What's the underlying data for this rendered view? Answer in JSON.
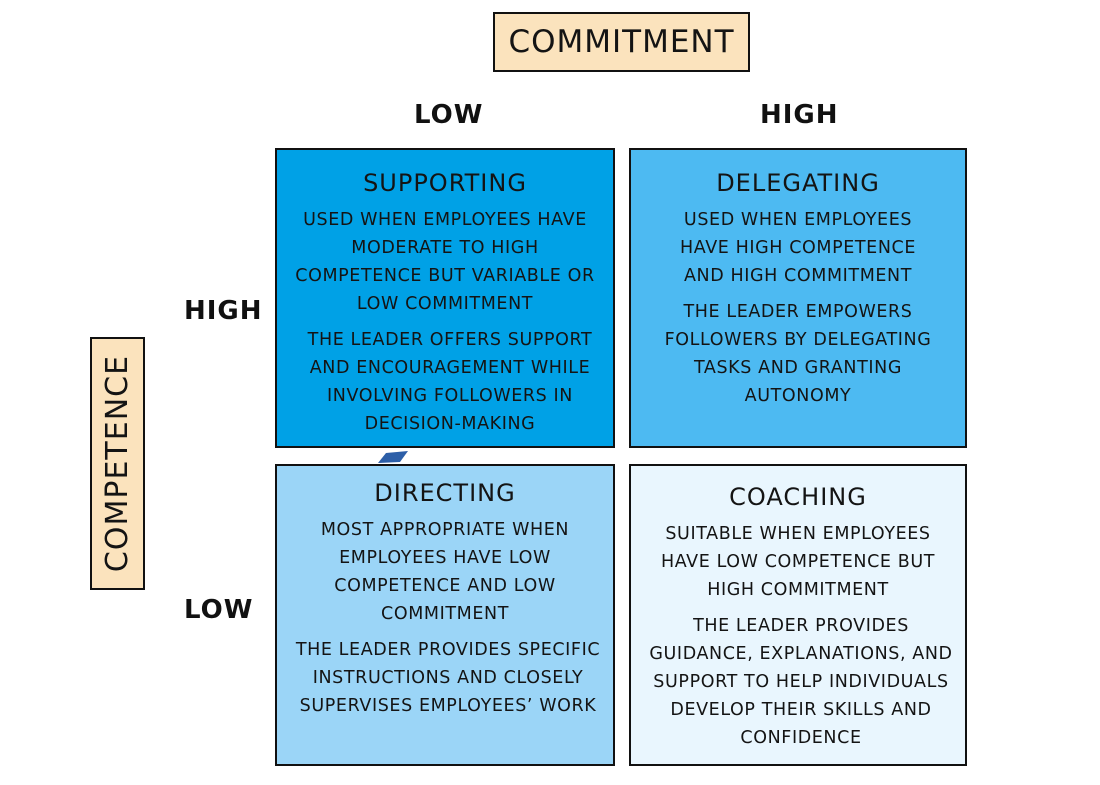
{
  "axes": {
    "column_axis_title": "COMMITMENT",
    "row_axis_title": "COMPETENCE",
    "column_levels": [
      "LOW",
      "HIGH"
    ],
    "row_levels": [
      "HIGH",
      "LOW"
    ]
  },
  "quadrants": {
    "supporting": {
      "title": "SUPPORTING",
      "paragraph_1": "USED WHEN EMPLOYEES HAVE MODERATE TO HIGH COMPETENCE BUT VARIABLE OR LOW COMMITMENT",
      "paragraph_2": "THE LEADER OFFERS SUPPORT AND ENCOURAGEMENT WHILE INVOLVING FOLLOWERS IN DECISION-MAKING",
      "color": "#00a1e6"
    },
    "delegating": {
      "title": "DELEGATING",
      "paragraph_1": "USED WHEN EMPLOYEES HAVE HIGH COMPETENCE AND HIGH COMMITMENT",
      "paragraph_2": "THE LEADER EMPOWERS FOLLOWERS BY DELEGATING TASKS AND GRANTING AUTONOMY",
      "color": "#4dbaf2"
    },
    "directing": {
      "title": "DIRECTING",
      "paragraph_1": "MOST APPROPRIATE WHEN EMPLOYEES HAVE LOW COMPETENCE AND LOW COMMITMENT",
      "paragraph_2": "THE LEADER PROVIDES SPECIFIC INSTRUCTIONS AND CLOSELY SUPERVISES EMPLOYEES’ WORK",
      "color": "#9bd5f7"
    },
    "coaching": {
      "title": "COACHING",
      "paragraph_1": "SUITABLE WHEN EMPLOYEES HAVE LOW COMPETENCE BUT HIGH COMMITMENT",
      "paragraph_2": "THE LEADER PROVIDES GUIDANCE, EXPLANATIONS, AND SUPPORT TO HELP INDIVIDUALS DEVELOP THEIR SKILLS AND CONFIDENCE",
      "color": "#e9f6fe"
    }
  },
  "colors": {
    "axis_label_background": "#fbe3bd",
    "outline": "#111111"
  }
}
